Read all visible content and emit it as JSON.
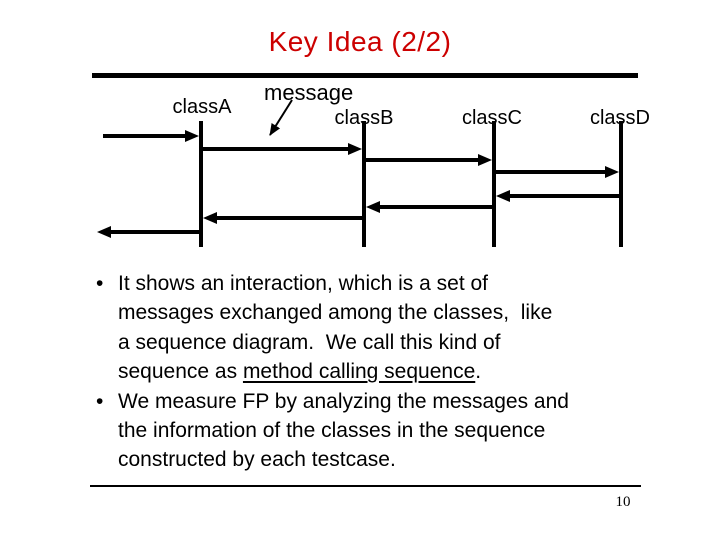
{
  "slide": {
    "title": "Key Idea (2/2)",
    "title_color": "#cc0000",
    "page_number": "10",
    "background": "#ffffff",
    "ink_color": "#000000"
  },
  "diagram": {
    "message_label": "message",
    "classes": [
      {
        "label": "classA"
      },
      {
        "label": "classB"
      },
      {
        "label": "classC"
      },
      {
        "label": "classD"
      }
    ],
    "flows": [
      {
        "from": "external",
        "to": "classA"
      },
      {
        "from": "classA",
        "to": "classB"
      },
      {
        "from": "classB",
        "to": "classC"
      },
      {
        "from": "classC",
        "to": "classD"
      },
      {
        "from": "classD",
        "to": "classC"
      },
      {
        "from": "classC",
        "to": "classB"
      },
      {
        "from": "classB",
        "to": "classA"
      },
      {
        "from": "classA",
        "to": "external"
      }
    ]
  },
  "bullets": [
    {
      "marker": "•",
      "lines": [
        {
          "text": "It shows an interaction, which is a set of"
        },
        {
          "text": "messages exchanged among the classes,  like"
        },
        {
          "text": "a sequence diagram.  We call this kind of"
        },
        {
          "pre": "sequence as ",
          "underline": "method calling sequence",
          "post": "."
        }
      ]
    },
    {
      "marker": "•",
      "lines": [
        {
          "text": "We measure FP by analyzing the messages and"
        },
        {
          "text": "the information of the classes in the sequence"
        },
        {
          "text": "constructed by each testcase."
        }
      ]
    }
  ]
}
